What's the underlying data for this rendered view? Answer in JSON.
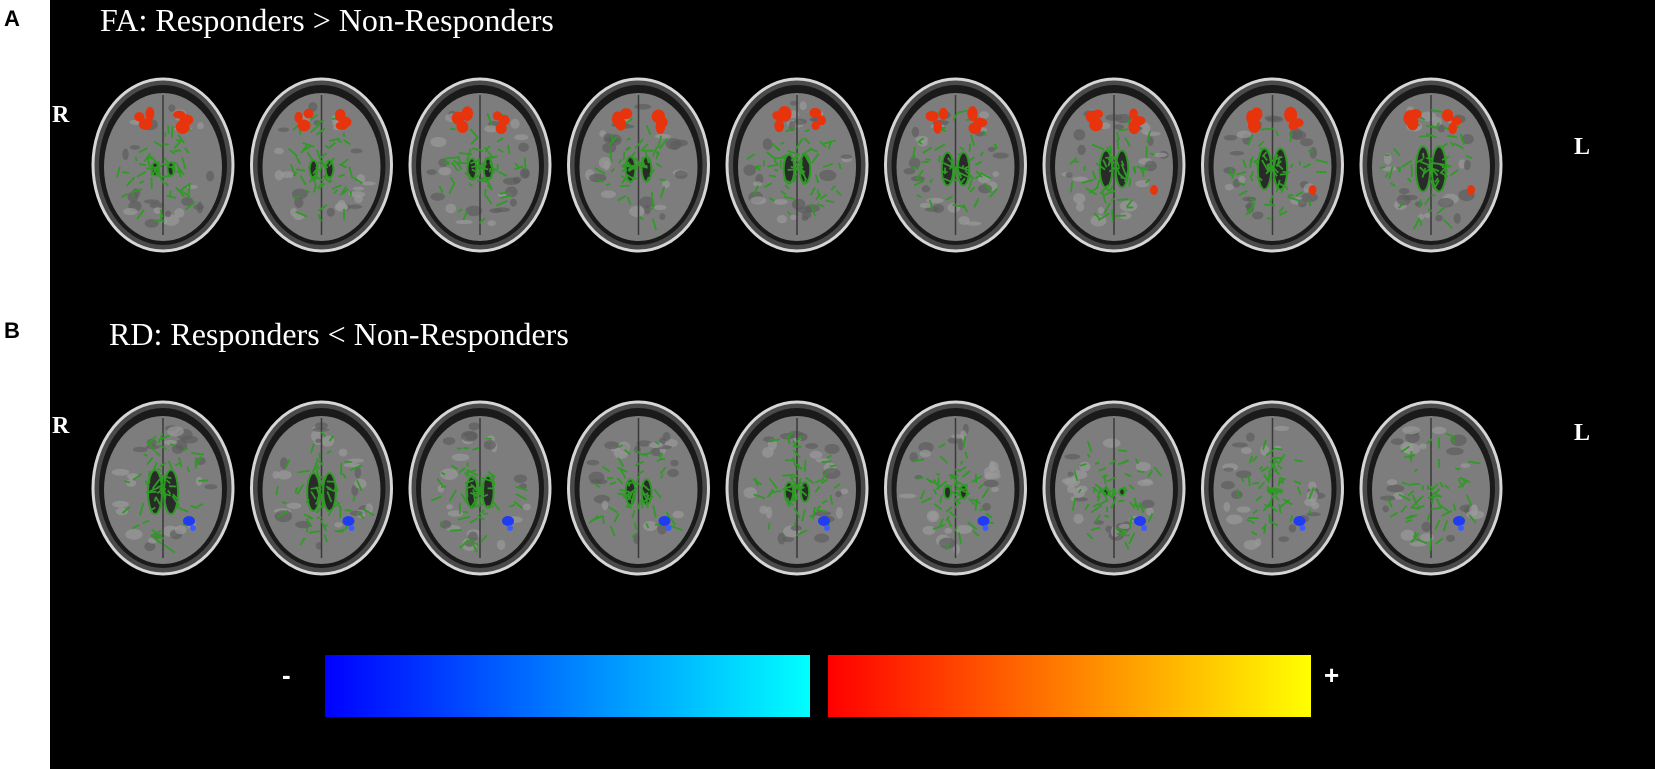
{
  "panels": {
    "a": {
      "letter": "A",
      "title": "FA: Responders > Non-Responders",
      "left_label": "R",
      "right_label": "L",
      "slice_count": 9,
      "blob_color": "#e8340c"
    },
    "b": {
      "letter": "B",
      "title": "RD: Responders < Non-Responders",
      "left_label": "R",
      "right_label": "L",
      "slice_count": 9,
      "blob_color": "#1f3cf0"
    }
  },
  "colorbar": {
    "negative_sign": "-",
    "positive_sign": "+",
    "negative_gradient": [
      "#0000ff",
      "#00ffff"
    ],
    "positive_gradient": [
      "#ff0000",
      "#ffff00"
    ]
  },
  "colors": {
    "background": "#000000",
    "skeleton": "#2f9a25",
    "brain_gray": "#7d7d7d"
  }
}
